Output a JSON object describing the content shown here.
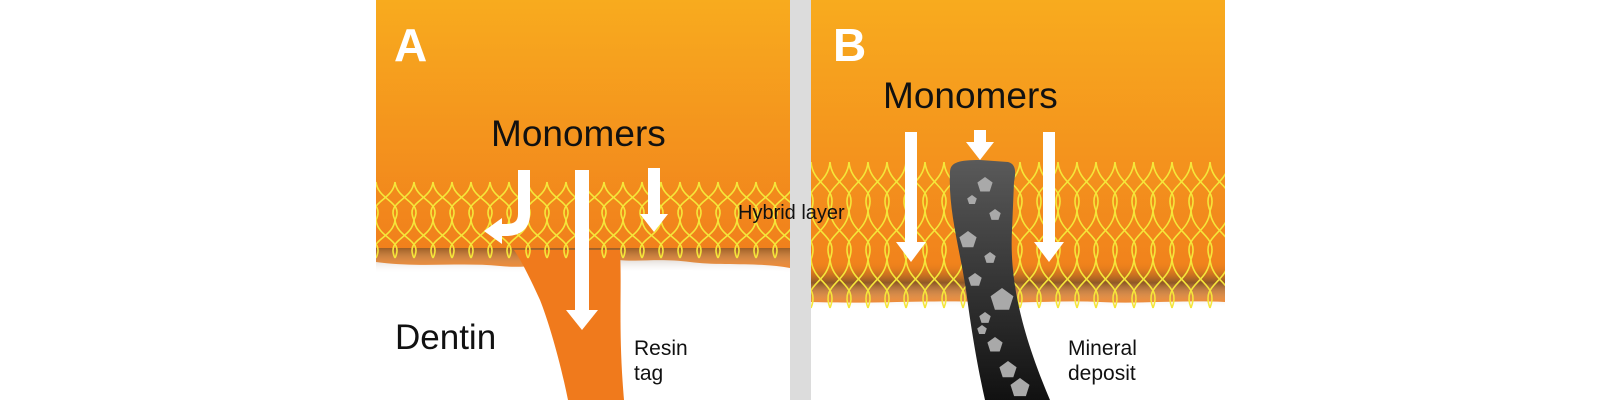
{
  "panels": [
    {
      "letter": "A"
    },
    {
      "letter": "B"
    }
  ],
  "labels": {
    "monomers_a": "Monomers",
    "monomers_b": "Monomers",
    "hybrid_layer": "Hybrid layer",
    "dentin": "Dentin",
    "resin_tag_line1": "Resin",
    "resin_tag_line2": "tag",
    "mineral_line1": "Mineral",
    "mineral_line2": "deposit"
  },
  "colors": {
    "resin_top": "#f8ab1e",
    "resin_bottom": "#f07d1c",
    "collagen": "#f5e63a",
    "tag": "#f07a1c",
    "mineral": "#2b2b2b",
    "divider": "#dcdcdc",
    "arrow": "#ffffff"
  }
}
